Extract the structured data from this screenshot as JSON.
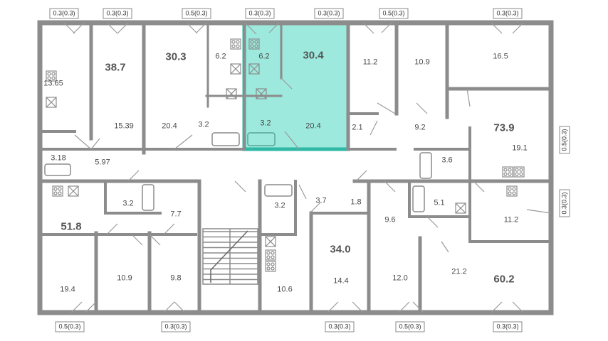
{
  "plan": {
    "highlight_color": "#9de9dd",
    "highlight_border": "#2fb8a4",
    "wall_color": "#8c8c8c",
    "apartments": {
      "a1": {
        "total": "",
        "kitchen": "13.65",
        "bath": "3.18"
      },
      "a2": {
        "total": "38.7",
        "room": "15.39"
      },
      "a3": {
        "total": "30.3",
        "kitchen": "6.2",
        "room": "20.4",
        "bath": "3.2"
      },
      "a4": {
        "total": "30.4",
        "kitchen": "6.2",
        "room": "20.4",
        "bath": "3.2"
      },
      "a5": {
        "room": "11.2",
        "wc": "2.1"
      },
      "a6": {
        "room": "10.9",
        "hall": "9.2"
      },
      "a7": {
        "total": "73.9",
        "room1": "16.5",
        "room2": "19.1",
        "bath": "3.6"
      },
      "a8": {
        "total": "51.8",
        "kitchen": "19.4",
        "room": "10.9",
        "room2": "9.8",
        "bath": "3.2",
        "hall": "7.7"
      },
      "a9": {
        "total": "34.0",
        "room": "14.4",
        "kitchen": "10.6",
        "bath": "3.2",
        "hall": "3.7",
        "wc": "1.8"
      },
      "a10": {
        "total": "60.2",
        "room": "12.0",
        "kitchen": "21.2",
        "hall": "9.6",
        "bath": "5.1",
        "room2": "11.2"
      },
      "corridor": "5.97"
    },
    "balconies_top": [
      "0.3(0.3)",
      "0.3(0.3)",
      "0.5(0.3)",
      "0.3(0.3)",
      "0.3(0.3)",
      "0.5(0.3)",
      "0.3(0.3)"
    ],
    "balconies_bottom": [
      "0.5(0.3)",
      "0.3(0.3)",
      "0.3(0.3)",
      "0.5(0.3)",
      "0.3(0.3)"
    ],
    "balconies_right": [
      "0.5(0.3)",
      "0.3(0.3)"
    ]
  }
}
